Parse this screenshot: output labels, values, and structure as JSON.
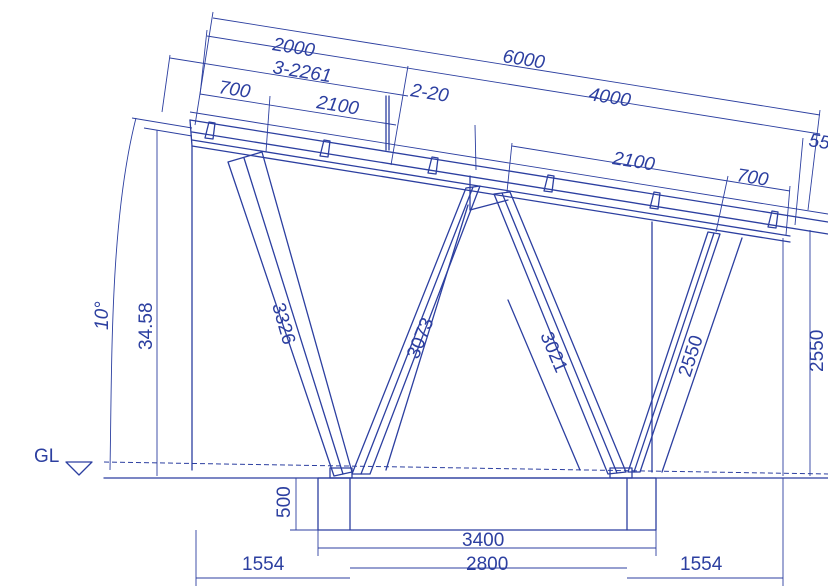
{
  "top_dimensions": {
    "d6000": "6000",
    "d2000": "2000",
    "d3_2261": "3-2261",
    "d4000": "4000",
    "d700_left": "700",
    "d2100_left": "2100",
    "d2_20": "2-20",
    "d2100_right": "2100",
    "d700_right": "700",
    "d55": "55"
  },
  "member_lengths": {
    "m3326": "3326",
    "m3073": "3073",
    "m3021": "3021",
    "m2550": "2550"
  },
  "left_dimensions": {
    "angle": "10°",
    "height": "34.58"
  },
  "right_dimensions": {
    "height": "2550"
  },
  "ground": {
    "label": "GL"
  },
  "foundation": {
    "depth": "500",
    "width_3400": "3400",
    "width_2800": "2800",
    "left_1554": "1554",
    "right_1554": "1554"
  },
  "colors": {
    "ink": "#2c3fa0"
  }
}
